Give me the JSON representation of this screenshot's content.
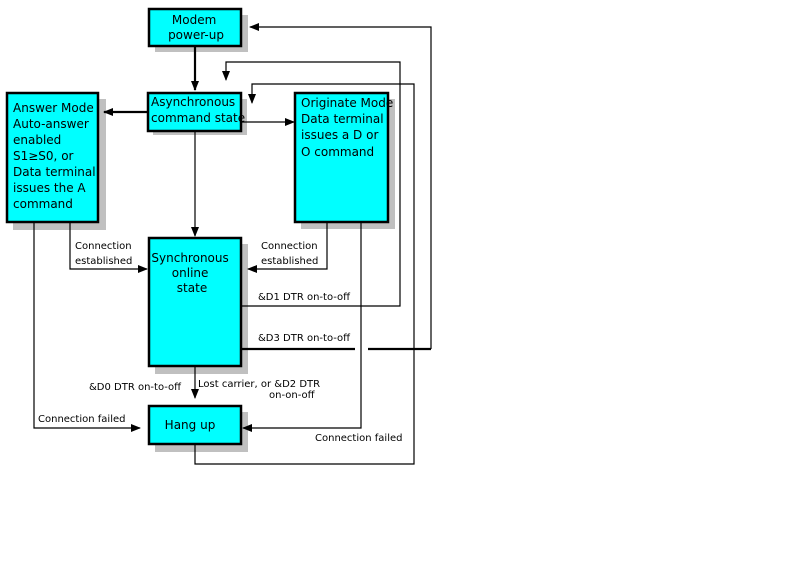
{
  "nodes": {
    "modem_powerup": [
      "Modem",
      "power-up"
    ],
    "async_command": [
      "Asynchronous",
      "command state"
    ],
    "answer_mode": [
      "Answer Mode",
      "Auto-answer",
      "enabled",
      "S1≥S0, or",
      "Data terminal",
      "issues the A",
      "command"
    ],
    "originate_mode": [
      "Originate Mode",
      "Data terminal",
      "issues a D or",
      "O command"
    ],
    "sync_online": [
      "Synchronous",
      "online",
      "state"
    ],
    "hang_up": [
      "Hang up"
    ]
  },
  "edges": {
    "conn_established_left": [
      "Connection",
      "established"
    ],
    "conn_established_right": [
      "Connection",
      "established"
    ],
    "d1_dtr": "&D1 DTR on-to-off",
    "d3_dtr": "&D3 DTR on-to-off",
    "d0_dtr": "&D0 DTR on-to-off",
    "lost_carrier": [
      "Lost carrier, or &D2 DTR",
      "on-on-off"
    ],
    "conn_failed_left": "Connection failed",
    "conn_failed_right": "Connection failed"
  },
  "colors": {
    "box_fill": "#00ffff",
    "shadow": "#c0c0c0",
    "line": "#000000"
  }
}
